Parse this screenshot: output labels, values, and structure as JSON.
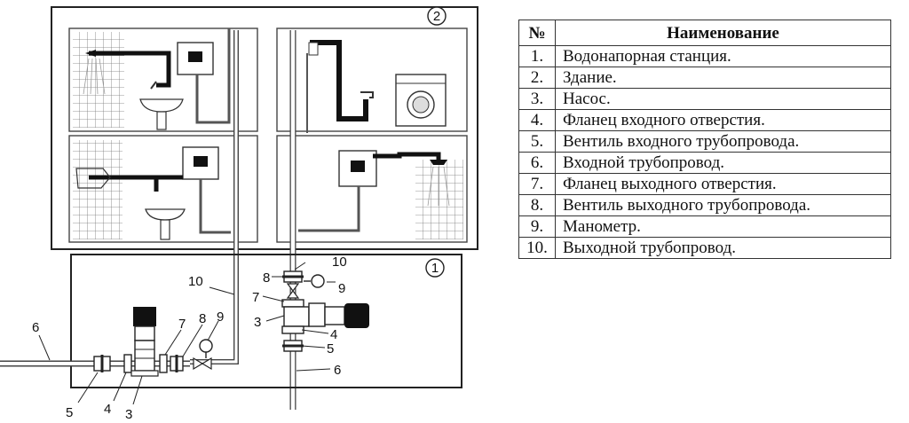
{
  "diagram": {
    "building_marker": "2",
    "station_marker": "1",
    "callouts_left": {
      "pipe_in": "6",
      "valve_in": "5",
      "flange_in": "4",
      "pump": "3",
      "flange_out": "7",
      "valve_out": "8",
      "gauge": "9",
      "pipe_out": "10"
    },
    "callouts_right": {
      "pipe_out": "10",
      "valve_out": "8",
      "gauge": "9",
      "flange_out": "7",
      "pump": "3",
      "flange_in": "4",
      "valve_in": "5",
      "pipe_in": "6"
    }
  },
  "legend": {
    "header_num": "№",
    "header_name": "Наименование",
    "rows": [
      {
        "num": "1.",
        "name": "Водонапорная станция."
      },
      {
        "num": "2.",
        "name": "Здание."
      },
      {
        "num": "3.",
        "name": "Насос."
      },
      {
        "num": "4.",
        "name": "Фланец входного отверстия."
      },
      {
        "num": "5.",
        "name": "Вентиль входного трубопровода."
      },
      {
        "num": "6.",
        "name": "Входной трубопровод."
      },
      {
        "num": "7.",
        "name": "Фланец выходного отверстия."
      },
      {
        "num": "8.",
        "name": "Вентиль выходного трубопровода."
      },
      {
        "num": "9.",
        "name": "Манометр."
      },
      {
        "num": "10.",
        "name": "Выходной трубопровод."
      }
    ]
  }
}
